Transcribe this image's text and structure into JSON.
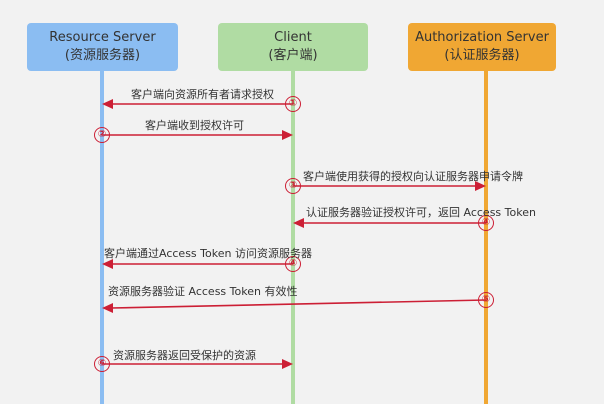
{
  "actors": {
    "resource_server": {
      "name": "Resource Server",
      "sub": "(资源服务器)"
    },
    "client": {
      "name": "Client",
      "sub": "(客户端)"
    },
    "authorization_server": {
      "name": "Authorization Server",
      "sub": "(认证服务器)"
    }
  },
  "colors": {
    "resource_server": "#8bbdf2",
    "client": "#b0dca3",
    "authorization_server": "#f0a733",
    "arrow": "#cc1f35",
    "background": "#f2f2f2"
  },
  "steps": [
    {
      "num": "①",
      "text": "客户端向资源所有者请求授权",
      "from": "client",
      "to": "resource_server"
    },
    {
      "num": "②",
      "text": "客户端收到授权许可",
      "from": "resource_server",
      "to": "client"
    },
    {
      "num": "③",
      "text": "客户端使用获得的授权向认证服务器申请令牌",
      "from": "client",
      "to": "authorization_server"
    },
    {
      "num": "④",
      "text": "认证服务器验证授权许可，返回 Access Token",
      "from": "authorization_server",
      "to": "client"
    },
    {
      "num": "④",
      "text": "客户端通过Access Token 访问资源服务器",
      "from": "client",
      "to": "resource_server"
    },
    {
      "num": "⑤",
      "text": "资源服务器验证 Access Token 有效性",
      "from": "authorization_server",
      "to": "resource_server"
    },
    {
      "num": "⑥",
      "text": "资源服务器返回受保护的资源",
      "from": "resource_server",
      "to": "client"
    }
  ]
}
